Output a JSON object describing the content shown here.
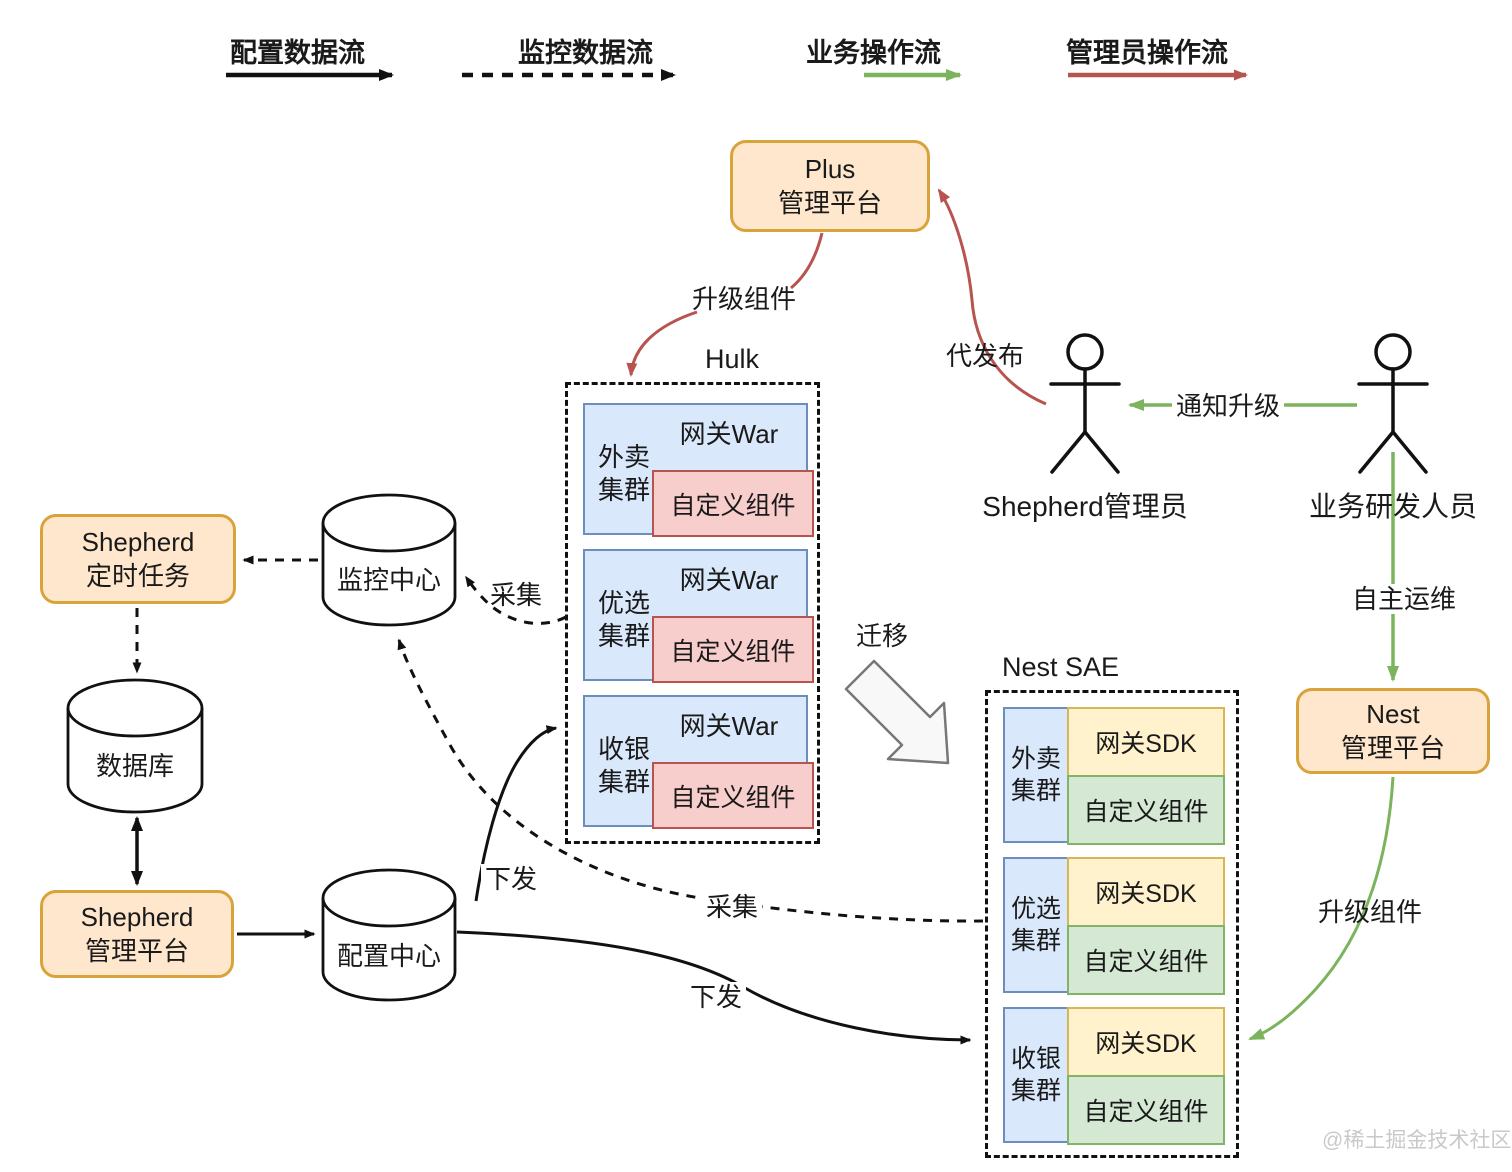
{
  "legend": {
    "items": [
      {
        "label": "配置数据流",
        "style": "solid-black"
      },
      {
        "label": "监控数据流",
        "style": "dashed-black"
      },
      {
        "label": "业务操作流",
        "style": "solid-green"
      },
      {
        "label": "管理员操作流",
        "style": "solid-red"
      }
    ]
  },
  "nodes": {
    "plus_platform": {
      "line1": "Plus",
      "line2": "管理平台"
    },
    "shepherd_timer": {
      "line1": "Shepherd",
      "line2": "定时任务"
    },
    "monitor_center": {
      "label": "监控中心"
    },
    "database": {
      "label": "数据库"
    },
    "shepherd_platform": {
      "line1": "Shepherd",
      "line2": "管理平台"
    },
    "config_center": {
      "label": "配置中心"
    },
    "nest_platform": {
      "line1": "Nest",
      "line2": "管理平台"
    }
  },
  "hulk": {
    "title": "Hulk",
    "clusters": [
      {
        "name_line1": "外卖",
        "name_line2": "集群",
        "gateway": "网关War",
        "custom": "自定义组件"
      },
      {
        "name_line1": "优选",
        "name_line2": "集群",
        "gateway": "网关War",
        "custom": "自定义组件"
      },
      {
        "name_line1": "收银",
        "name_line2": "集群",
        "gateway": "网关War",
        "custom": "自定义组件"
      }
    ]
  },
  "nest_sae": {
    "title": "Nest SAE",
    "clusters": [
      {
        "name_line1": "外卖",
        "name_line2": "集群",
        "gateway": "网关SDK",
        "custom": "自定义组件"
      },
      {
        "name_line1": "优选",
        "name_line2": "集群",
        "gateway": "网关SDK",
        "custom": "自定义组件"
      },
      {
        "name_line1": "收银",
        "name_line2": "集群",
        "gateway": "网关SDK",
        "custom": "自定义组件"
      }
    ]
  },
  "actors": [
    {
      "label": "Shepherd管理员"
    },
    {
      "label": "业务研发人员"
    }
  ],
  "edge_labels": {
    "upgrade_left": "升级组件",
    "proxy_release": "代发布",
    "notify_upgrade": "通知升级",
    "self_ops": "自主运维",
    "migrate": "迁移",
    "upgrade_right": "升级组件",
    "collect_hulk": "采集",
    "collect_nest": "采集",
    "push_up": "下发",
    "push_right": "下发"
  },
  "watermark": "@稀土掘金技术社区",
  "colors": {
    "orange_fill": "#FFE7CD",
    "orange_border": "#D9A33C",
    "blue_fill": "#DAE8FC",
    "blue_border": "#6C8EBF",
    "red_fill": "#F8CECC",
    "red_border": "#B85450",
    "yellow_fill": "#FFF2CC",
    "yellow_border": "#D6B656",
    "green_fill": "#D5E8D4",
    "green_border": "#82B366",
    "flow_green": "#7CB45E",
    "flow_red": "#B85450",
    "ink": "#111111"
  }
}
